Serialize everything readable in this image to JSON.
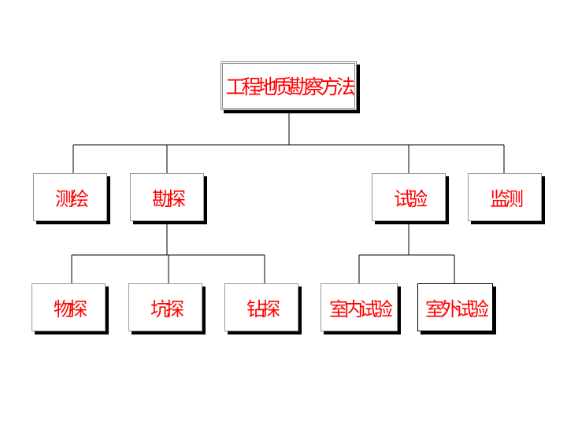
{
  "diagram": {
    "root": {
      "label": "工程地质勘察方法"
    },
    "level2": [
      {
        "label": "测绘"
      },
      {
        "label": "勘探"
      },
      {
        "label": "试验"
      },
      {
        "label": "监测"
      }
    ],
    "exploration_children": [
      {
        "label": "物探"
      },
      {
        "label": "坑探"
      },
      {
        "label": "钻探"
      }
    ],
    "test_children": [
      {
        "label": "室内试验"
      },
      {
        "label": "室外试验"
      }
    ]
  },
  "colors": {
    "label_text": "#ff0000",
    "connector": "#000000",
    "box_border": "#9a9a9a",
    "shadow": "#000000",
    "background": "#ffffff"
  }
}
